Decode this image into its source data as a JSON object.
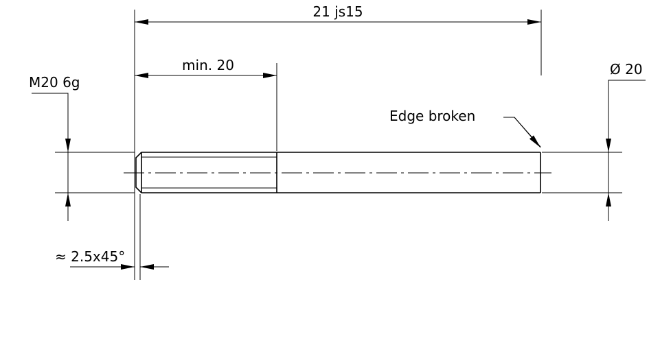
{
  "dimensions": {
    "overall_length": "21 js15",
    "thread_length": "min. 20",
    "thread": "M20 6g",
    "diameter": "Ø 20",
    "edge_note": "Edge broken",
    "chamfer": "≈ 2.5x45°"
  }
}
